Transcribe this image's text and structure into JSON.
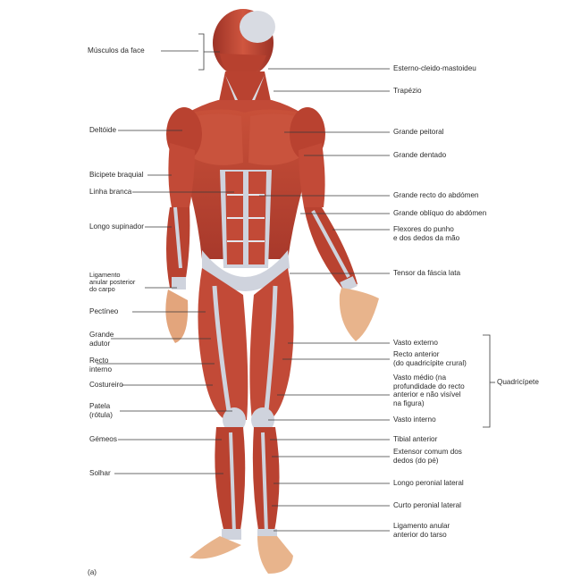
{
  "labels_left": {
    "musculos_face": "Músculos da face",
    "deltoide": "Deltóide",
    "bicipete": "Bicipete braquial",
    "linha_branca": "Linha branca",
    "longo_supinador": "Longo supinador",
    "ligamento_anular_1": "Ligamento",
    "ligamento_anular_2": "anular posterior",
    "ligamento_anular_3": "do carpo",
    "pectineo": "Pectíneo",
    "grande_adutor_1": "Grande",
    "grande_adutor_2": "adutor",
    "recto_interno_1": "Recto",
    "recto_interno_2": "interno",
    "costureiro": "Costureiro",
    "patela_1": "Patela",
    "patela_2": "(rótula)",
    "gemeos": "Gémeos",
    "solhar": "Solhar"
  },
  "labels_right": {
    "esterno": "Esterno-cleido-mastoideu",
    "trapezio": "Trapézio",
    "grande_peitoral": "Grande peitoral",
    "grande_dentado": "Grande dentado",
    "grande_recto": "Grande recto do abdómen",
    "grande_obliquo": "Grande oblíquo do abdómen",
    "flexores_1": "Flexores do punho",
    "flexores_2": "e dos dedos da mão",
    "tensor": "Tensor da fáscia lata",
    "vasto_externo": "Vasto externo",
    "recto_anterior_1": "Recto anterior",
    "recto_anterior_2": "(do quadricípite crural)",
    "vasto_medio_1": "Vasto médio (na",
    "vasto_medio_2": "profundidade do recto",
    "vasto_medio_3": "anterior e não visível",
    "vasto_medio_4": "na figura)",
    "vasto_interno": "Vasto interno",
    "tibial": "Tibial anterior",
    "extensor_1": "Extensor comum dos",
    "extensor_2": "dedos (do pé)",
    "longo_peronial": "Longo peronial lateral",
    "curto_peronial": "Curto peronial lateral",
    "lig_tarso_1": "Ligamento anular",
    "lig_tarso_2": "anterior do tarso"
  },
  "group_label": "Quadricípete",
  "figure_tag": "(a)",
  "colors": {
    "muscle": "#c24a37",
    "muscle_dark": "#9c3226",
    "muscle_light": "#d96a52",
    "tendon": "#cfd3dd",
    "skin": "#e8b48c",
    "line": "#3a3a3a"
  }
}
